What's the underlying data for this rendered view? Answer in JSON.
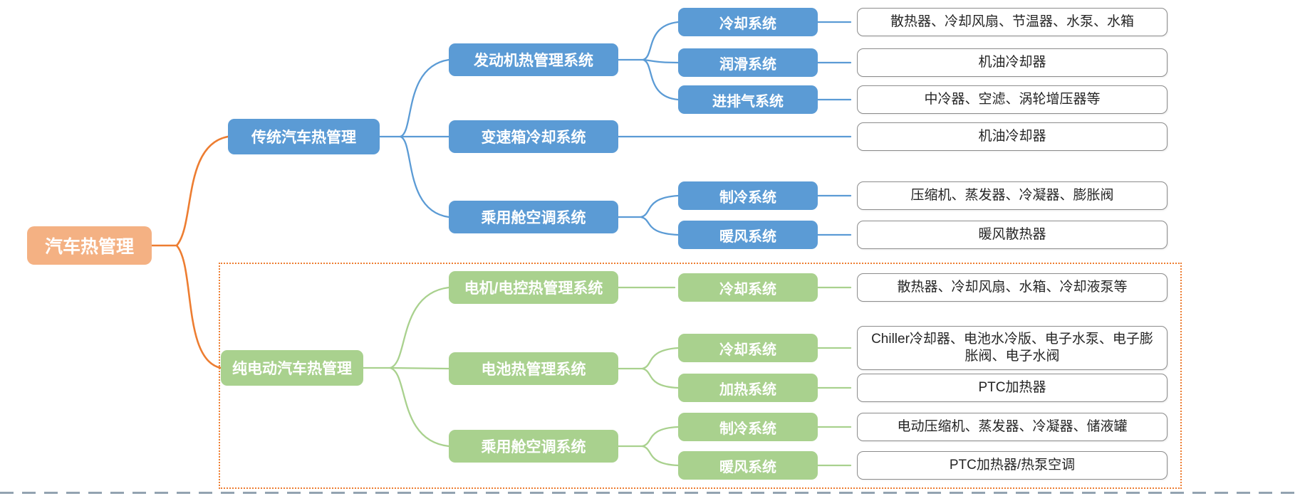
{
  "colors": {
    "root_fill": "#F4B183",
    "orange_line": "#ED7D31",
    "traditional_fill": "#5B9BD5",
    "ev_fill": "#A9D18E",
    "detail_border": "#8C8C8C",
    "detail_text": "#262626",
    "page_break_dash": "#93A3B1"
  },
  "tree": {
    "root": {
      "label": "汽车热管理"
    },
    "branches": [
      {
        "label": "传统汽车热管理",
        "children": [
          {
            "label": "发动机热管理系统",
            "children": [
              {
                "label": "冷却系统",
                "detail": "散热器、冷却风扇、节温器、水泵、水箱"
              },
              {
                "label": "润滑系统",
                "detail": "机油冷却器"
              },
              {
                "label": "进排气系统",
                "detail": "中冷器、空滤、涡轮增压器等"
              }
            ]
          },
          {
            "label": "变速箱冷却系统",
            "detail": "机油冷却器"
          },
          {
            "label": "乘用舱空调系统",
            "children": [
              {
                "label": "制冷系统",
                "detail": "压缩机、蒸发器、冷凝器、膨胀阀"
              },
              {
                "label": "暖风系统",
                "detail": "暖风散热器"
              }
            ]
          }
        ]
      },
      {
        "label": "纯电动汽车热管理",
        "children": [
          {
            "label": "电机/电控热管理系统",
            "children": [
              {
                "label": "冷却系统",
                "detail": "散热器、冷却风扇、水箱、冷却液泵等"
              }
            ]
          },
          {
            "label": "电池热管理系统",
            "children": [
              {
                "label": "冷却系统",
                "detail": "Chiller冷却器、电池水冷版、电子水泵、电子膨胀阀、电子水阀"
              },
              {
                "label": "加热系统",
                "detail": "PTC加热器"
              }
            ]
          },
          {
            "label": "乘用舱空调系统",
            "children": [
              {
                "label": "制冷系统",
                "detail": "电动压缩机、蒸发器、冷凝器、储液罐"
              },
              {
                "label": "暖风系统",
                "detail": "PTC加热器/热泵空调"
              }
            ]
          }
        ]
      }
    ]
  }
}
